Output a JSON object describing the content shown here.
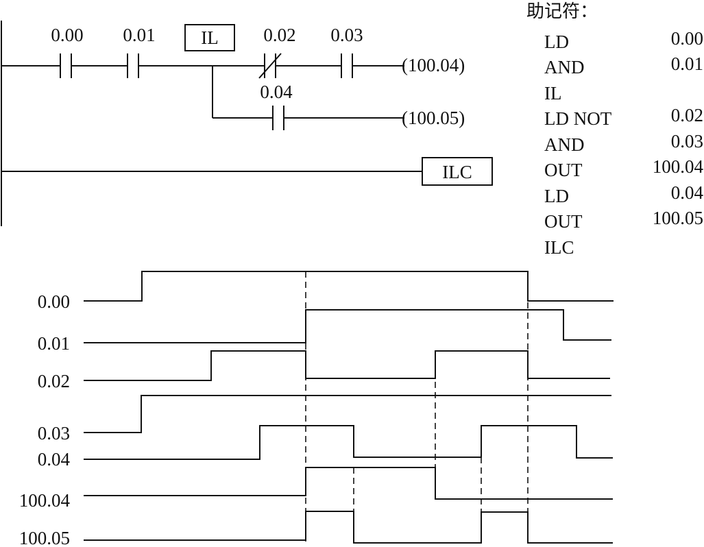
{
  "ladder": {
    "contacts": {
      "c000": "0.00",
      "c001": "0.01",
      "c002": "0.02",
      "c003": "0.03",
      "c004": "0.04"
    },
    "il_box": "IL",
    "ilc_box": "ILC",
    "coils": {
      "out1": "(100.04)",
      "out2": "(100.05)"
    }
  },
  "mnemonics": {
    "title": "助记符：",
    "rows": [
      {
        "op": "LD",
        "addr": "0.00"
      },
      {
        "op": "AND",
        "addr": "0.01"
      },
      {
        "op": "IL",
        "addr": ""
      },
      {
        "op": "LD NOT",
        "addr": "0.02"
      },
      {
        "op": "AND",
        "addr": "0.03"
      },
      {
        "op": "OUT",
        "addr": "100.04"
      },
      {
        "op": "LD",
        "addr": "0.04"
      },
      {
        "op": "OUT",
        "addr": "100.05"
      },
      {
        "op": "ILC",
        "addr": ""
      }
    ]
  },
  "timing": {
    "signals": [
      "0.00",
      "0.01",
      "0.02",
      "0.03",
      "0.04",
      "100.04",
      "100.05"
    ]
  }
}
